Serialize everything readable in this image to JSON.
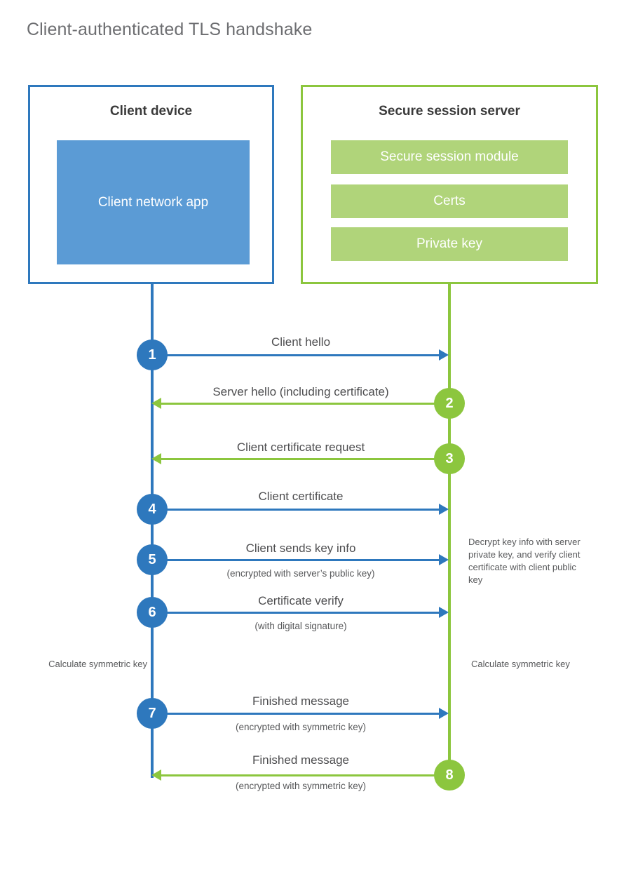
{
  "title": "Client-authenticated TLS handshake",
  "colors": {
    "client_accent": "#2e78bd",
    "client_fill": "#5b9bd5",
    "server_accent": "#8cc63e",
    "server_fill": "#b0d47a",
    "title_text": "#6d6e71",
    "body_text": "#4d4d4f",
    "background": "#ffffff"
  },
  "client": {
    "title": "Client device",
    "app_label": "Client network app"
  },
  "server": {
    "title": "Secure session server",
    "bars": [
      {
        "label": "Secure session module"
      },
      {
        "label": "Certs"
      },
      {
        "label": "Private key"
      }
    ]
  },
  "notes": {
    "server_decrypt": "Decrypt key info with server private key, and verify client certificate with client public key",
    "client_calc_symmetric": "Calculate symmetric key",
    "server_calc_symmetric": "Calculate symmetric key"
  },
  "steps": [
    {
      "number": "1",
      "label": "Client hello",
      "sublabel": "",
      "direction": "client-to-server",
      "color": "blue"
    },
    {
      "number": "2",
      "label": "Server hello (including certificate)",
      "sublabel": "",
      "direction": "server-to-client",
      "color": "green"
    },
    {
      "number": "3",
      "label": "Client certificate request",
      "sublabel": "",
      "direction": "server-to-client",
      "color": "green"
    },
    {
      "number": "4",
      "label": "Client certificate",
      "sublabel": "",
      "direction": "client-to-server",
      "color": "blue"
    },
    {
      "number": "5",
      "label": "Client sends key info",
      "sublabel": "(encrypted with server’s public key)",
      "direction": "client-to-server",
      "color": "blue"
    },
    {
      "number": "6",
      "label": "Certificate verify",
      "sublabel": "(with digital signature)",
      "direction": "client-to-server",
      "color": "blue"
    },
    {
      "number": "7",
      "label": "Finished message",
      "sublabel": "(encrypted with symmetric key)",
      "direction": "client-to-server",
      "color": "blue"
    },
    {
      "number": "8",
      "label": "Finished message",
      "sublabel": "(encrypted with symmetric key)",
      "direction": "server-to-client",
      "color": "green"
    }
  ]
}
